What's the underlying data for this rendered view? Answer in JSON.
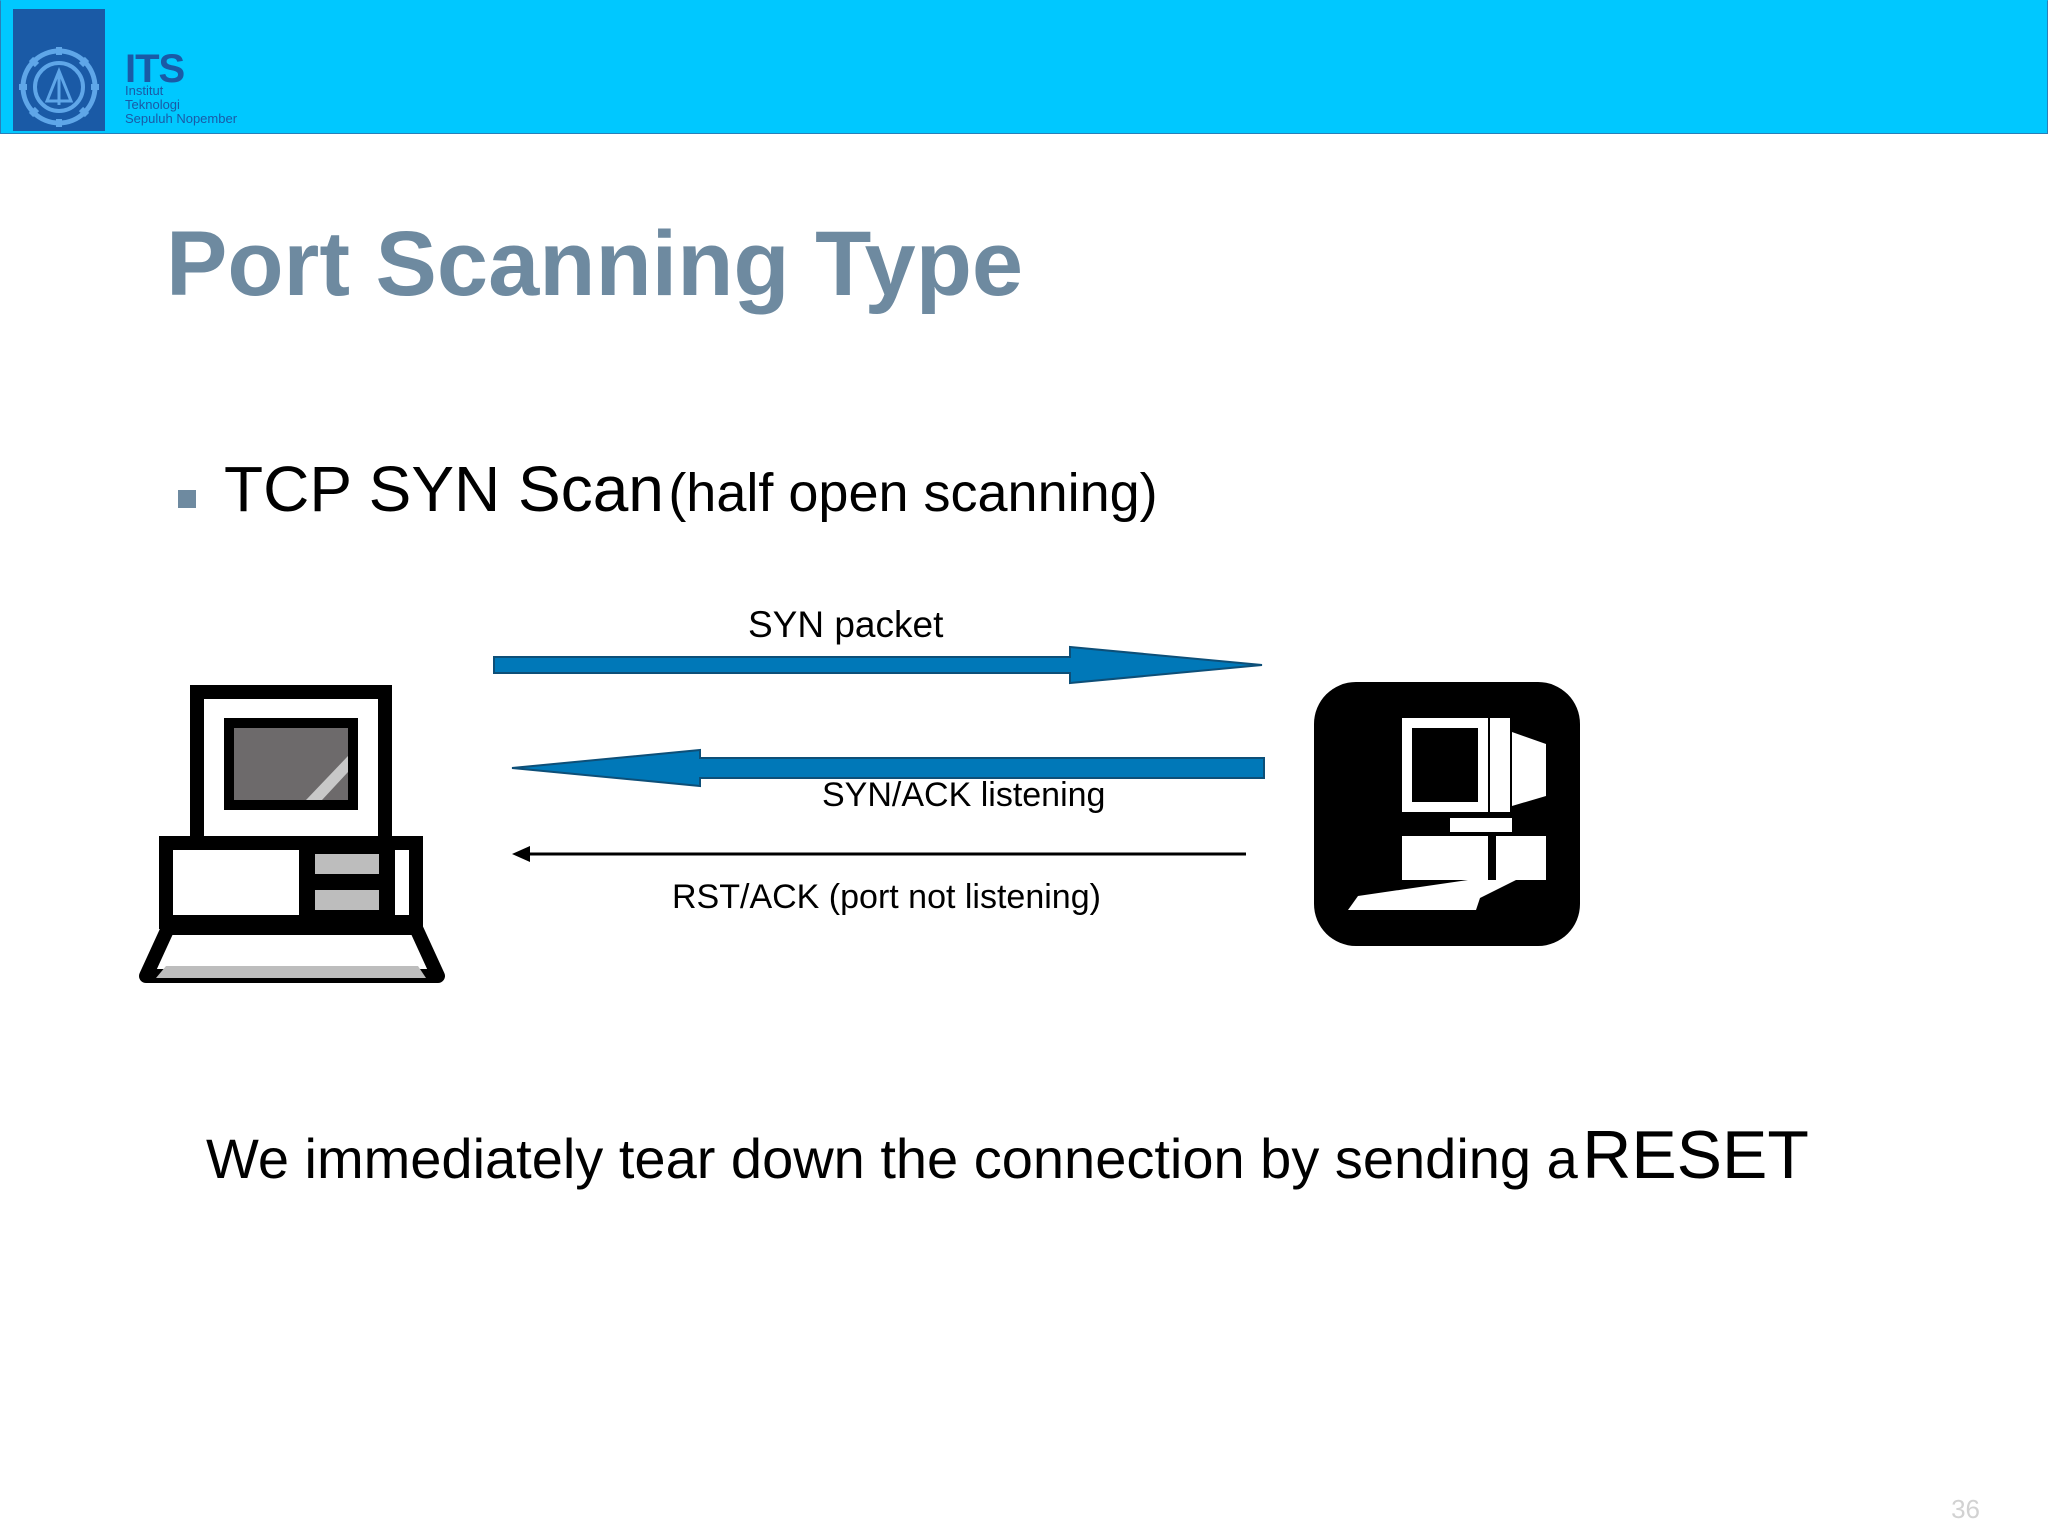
{
  "header": {
    "logo": {
      "abbr": "ITS",
      "line1": "Institut",
      "line2": "Teknologi",
      "line3": "Sepuluh Nopember"
    },
    "bar_color": "#00c8ff"
  },
  "slide": {
    "title": "Port Scanning Type",
    "bullet": {
      "main": "TCP SYN Scan",
      "sub": "(half open scanning)"
    },
    "conclusion": {
      "text": "We immediately tear down the connection by sending a",
      "emphasis": "RESET"
    },
    "page_number": "36"
  },
  "diagram": {
    "client_icon": "desktop-computer-icon",
    "server_icon": "server-computer-icon",
    "arrows": [
      {
        "label": "SYN packet",
        "direction": "right",
        "style": "thick",
        "color": "#0078b8"
      },
      {
        "label": "SYN/ACK listening",
        "direction": "left",
        "style": "thick",
        "color": "#0078b8"
      },
      {
        "label": "RST/ACK (port not listening)",
        "direction": "left",
        "style": "thin",
        "color": "#000000"
      }
    ]
  },
  "colors": {
    "title": "#6e8aa0",
    "arrow_fill": "#0078b8"
  }
}
